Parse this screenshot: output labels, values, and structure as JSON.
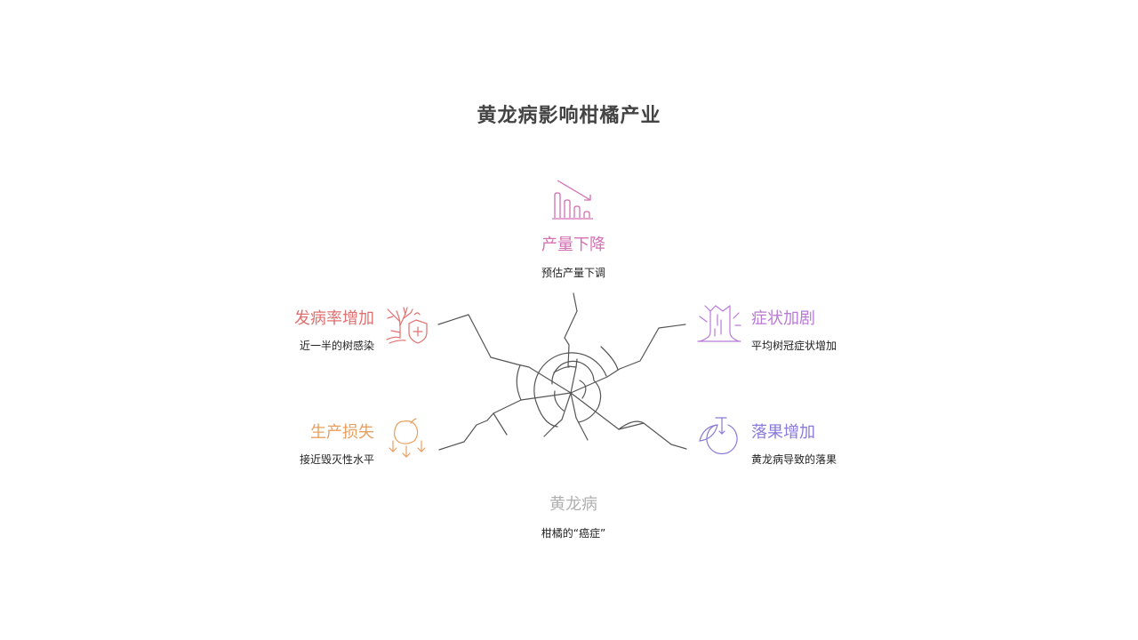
{
  "title": "黄龙病影响柑橘产业",
  "center": {
    "heading": "黄龙病",
    "subtitle": "柑橘的“癌症”",
    "color": "#b0b0b0"
  },
  "items": [
    {
      "id": "top",
      "heading": "产量下降",
      "subtitle": "预估产量下调",
      "icon": "bar-chart-decline-icon",
      "color": "#d46fb3"
    },
    {
      "id": "left-upper",
      "heading": "发病率增加",
      "subtitle": "近一半的树感染",
      "icon": "tree-shield-icon",
      "color": "#e07070"
    },
    {
      "id": "right-upper",
      "heading": "症状加剧",
      "subtitle": "平均树冠症状增加",
      "icon": "tree-stump-icon",
      "color": "#b97ad6"
    },
    {
      "id": "left-lower",
      "heading": "生产损失",
      "subtitle": "接近毁灭性水平",
      "icon": "falling-fruit-icon",
      "color": "#e8a060"
    },
    {
      "id": "right-lower",
      "heading": "落果增加",
      "subtitle": "黄龙病导致的落果",
      "icon": "fruit-drop-icon",
      "color": "#8a7ad8"
    }
  ],
  "crack_color": "#555555"
}
